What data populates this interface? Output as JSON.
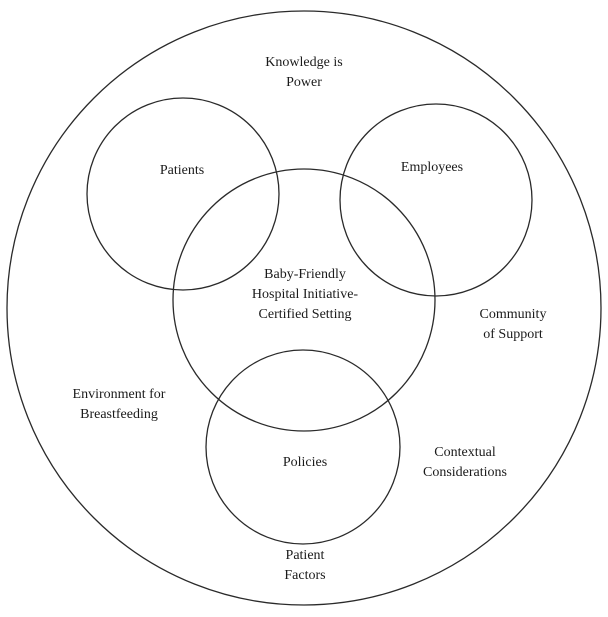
{
  "diagram": {
    "outer_label_top": [
      "Knowledge is",
      "Power"
    ],
    "circles": {
      "patients": "Patients",
      "employees": "Employees",
      "center": [
        "Baby-Friendly",
        "Hospital Initiative-",
        "Certified Setting"
      ],
      "policies": "Policies"
    },
    "outer_labels": {
      "community": [
        "Community",
        "of Support"
      ],
      "environment": [
        "Environment for",
        "Breastfeeding"
      ],
      "contextual": [
        "Contextual",
        "Considerations"
      ],
      "patient_factors": [
        "Patient",
        "Factors"
      ]
    },
    "line_color": "#2a2a2a"
  }
}
